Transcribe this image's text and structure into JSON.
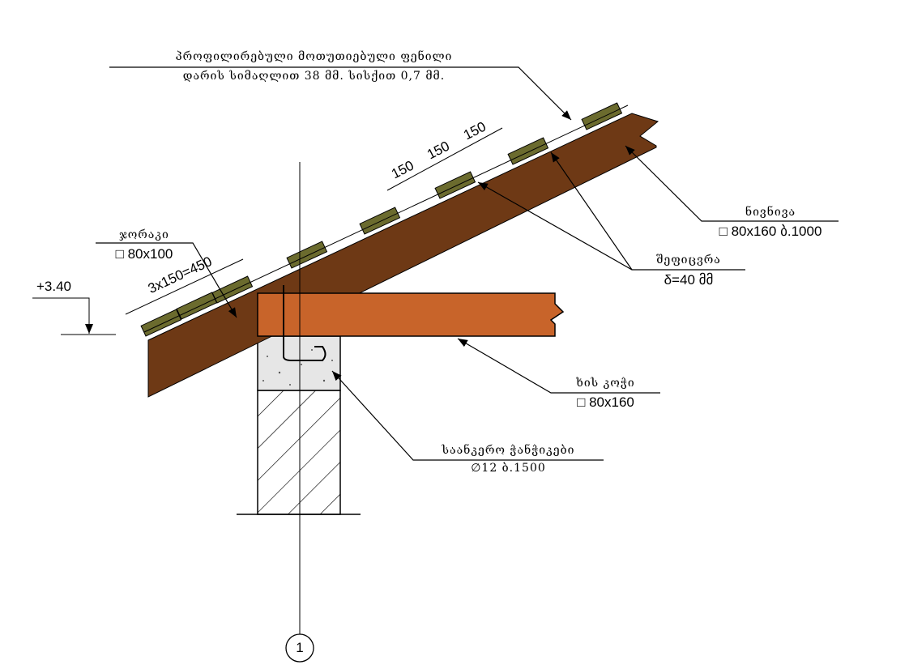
{
  "labels": {
    "sheet": {
      "line1": "პროფილირებული მოთუთიებული ფენილი",
      "line2": "დარის სიმაღლით 38 მმ. სისქით 0,7 მმ."
    },
    "purlin": {
      "name": "ნივნივა",
      "spec": "□ 80x160 ბ.1000"
    },
    "boarding": {
      "name": "შეფიცვრა",
      "spec": "δ=40 მმ"
    },
    "beam": {
      "name": "ხის კოჭი",
      "spec": "□ 80x160"
    },
    "anchors": {
      "name": "საანკერო ჭანჭიკები",
      "spec": "∅12 ბ.1500"
    },
    "batten": {
      "name": "ჯორაკი",
      "spec": "□ 80x100"
    }
  },
  "dimensions": {
    "level": "+3.40",
    "batten_span": "3x150=450",
    "spacing": [
      "150",
      "150",
      "150"
    ]
  },
  "axis": {
    "label": "1"
  },
  "colors": {
    "rafter": "#6e3915",
    "beam": "#c8642a",
    "batten": "#6b6b2e",
    "concrete": "#e6e6e6"
  }
}
